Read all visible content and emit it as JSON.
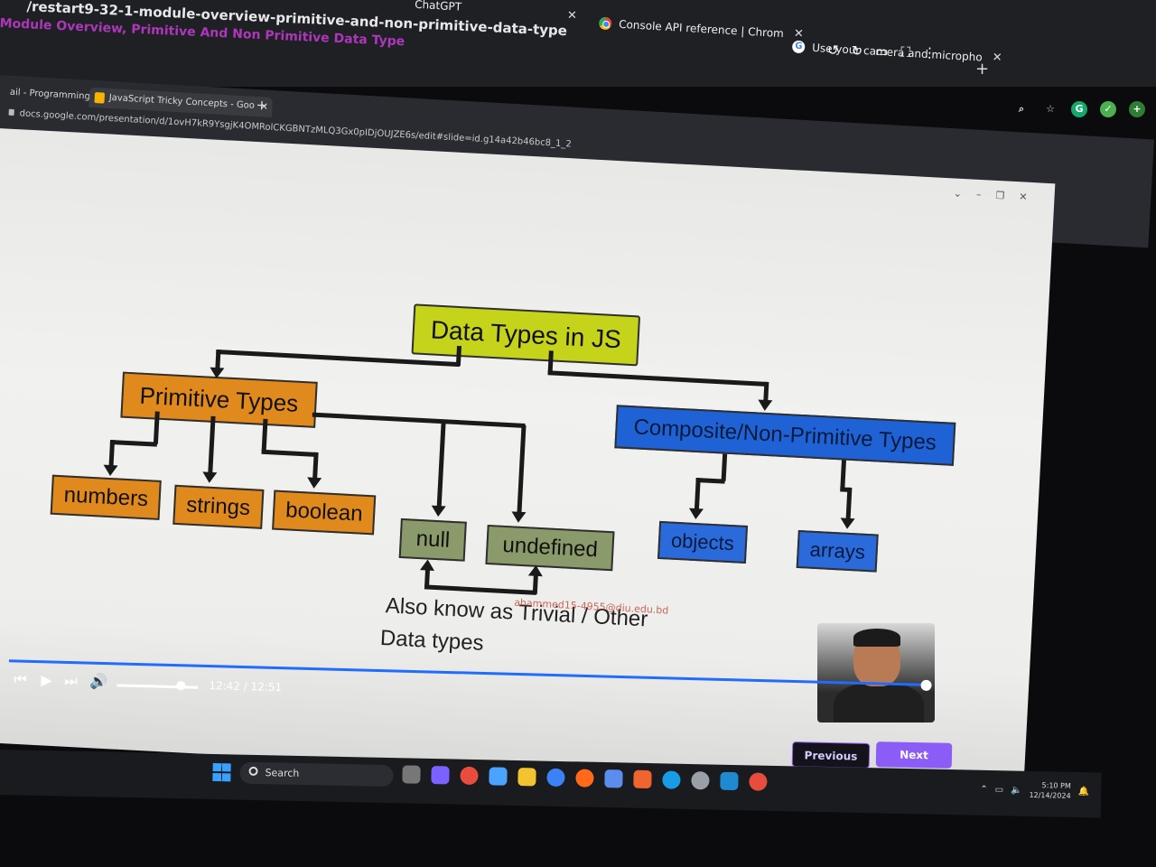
{
  "outer_browser": {
    "title": "/restart9-32-1-module-overview-primitive-and-non-primitive-data-type",
    "subtitle": "Module Overview, Primitive And Non Primitive Data Type",
    "tabs": [
      {
        "label": "ChatGPT"
      },
      {
        "label": "Console API reference | Chrom"
      },
      {
        "label": "Use your camera and micropho"
      }
    ]
  },
  "inner_browser": {
    "tabs": [
      {
        "label": "ail - Programming H"
      },
      {
        "label": "JavaScript Tricky Concepts - Goo"
      }
    ],
    "url": "docs.google.com/presentation/d/1ovH7kR9YsgjK4OMRolCKGBNTzMLQ3Gx0pIDjOUJZE6s/edit#slide=id.g14a42b46bc8_1_2",
    "url_host": "docs.google.com"
  },
  "slide": {
    "root": "Data Types in JS",
    "primitive": "Primitive Types",
    "composite": "Composite/Non-Primitive Types",
    "primitive_children": [
      "numbers",
      "strings",
      "boolean"
    ],
    "trivial_children": [
      "null",
      "undefined"
    ],
    "composite_children": [
      "objects",
      "arrays"
    ],
    "note_line1": "Also know as Trivial / Other",
    "note_line2": "Data types",
    "watermark": "ahammed15-4955@diu.edu.bd"
  },
  "player": {
    "time": "12:42 / 12:51",
    "progress_fraction": 0.988,
    "volume_fraction": 0.78
  },
  "page_nav": {
    "previous": "Previous",
    "next": "Next"
  },
  "taskbar": {
    "search_label": "Search",
    "time": "5:10 PM",
    "date": "12/14/2024"
  },
  "colors": {
    "root": "#c5d31b",
    "primitive": "#e08a1e",
    "trivial": "#8a9a6a",
    "composite": "#1f62d6",
    "accent": "#8b5cf6",
    "progress": "#1f6cff"
  }
}
